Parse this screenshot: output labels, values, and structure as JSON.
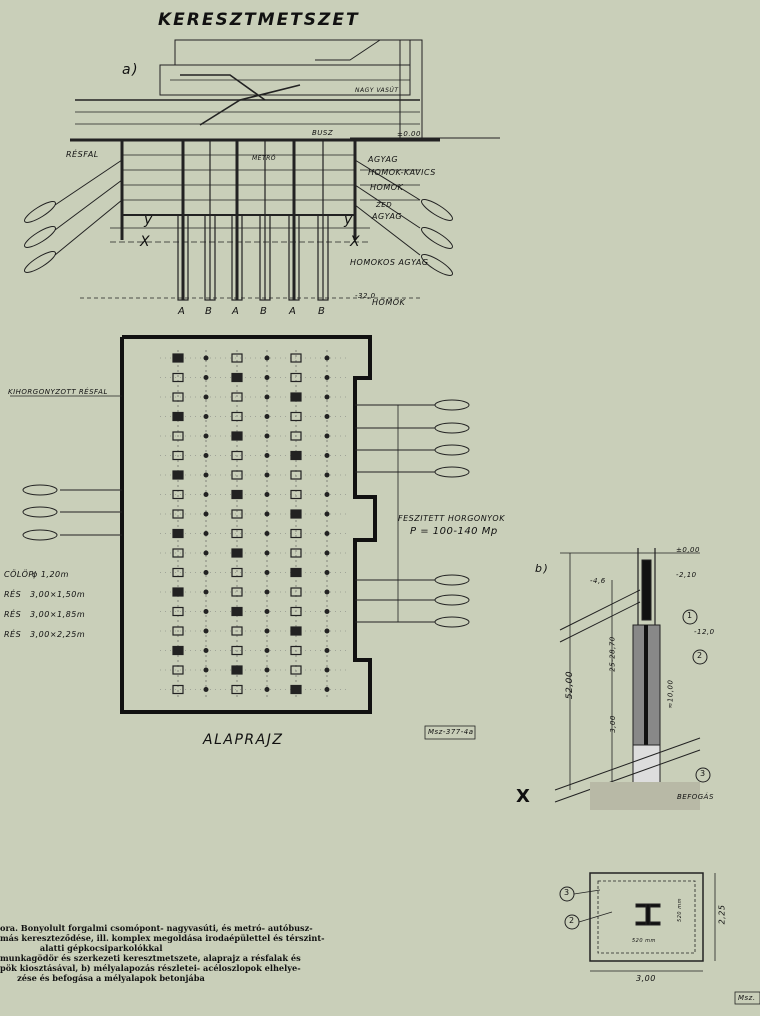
{
  "section_title": "KERESZTMETSZET",
  "panel_a_label": "a)",
  "panel_b_label": "b)",
  "section_labels": {
    "resfal": "RÉSFAL",
    "nagyvasut": "NAGY VASÚT",
    "busz": "BUSZ",
    "metro": "METRÓ",
    "agyag_top": "AGYAG",
    "homok_kavics": "HOMOK-KAVICS",
    "homok_mid": "HOMOK",
    "zed": "ZED",
    "agyag_low": "AGYAG",
    "homokos_agyag": "HOMOKOS AGYAG",
    "homok_bottom": "HOMOK",
    "level_top": "±0.00",
    "level_bottom": "-32,0",
    "y_left": "y",
    "y_right": "y",
    "x_left": "X",
    "x_right": "X"
  },
  "column_labels": [
    "A",
    "B",
    "A",
    "B",
    "A",
    "B"
  ],
  "plan": {
    "title": "ALAPRAJZ",
    "anchored_wall": "KIHORGONYZOTT RÉSFAL",
    "anchor_label": "FESZITETT HORGONYOK",
    "anchor_force": "P = 100-140 Mp",
    "legend": [
      {
        "name": "CÖLÖP",
        "value": "ϕ 1,20m"
      },
      {
        "name": "RÉS",
        "value": "3,00×1,50m"
      },
      {
        "name": "RÉS",
        "value": "3,00×1,85m"
      },
      {
        "name": "RÉS",
        "value": "3,00×2,25m"
      }
    ],
    "stamp": "Msz-377-4a"
  },
  "detail_b": {
    "level_top": "±0,00",
    "level_2": "-2,10",
    "level_water": "-4,6",
    "level_3": "-12,0",
    "dim_total": "52,00",
    "dim_range": "25-28,70",
    "dim_core": "≈10,00",
    "dim_base": "3,00",
    "callout_1": "1",
    "callout_2": "2",
    "callout_3": "3",
    "befogas": "BEFOGÁS",
    "x_mark": "X"
  },
  "detail_c": {
    "callout_3": "3",
    "callout_2": "2",
    "dim_width": "3,00",
    "dim_height": "2,25",
    "dim_inner": "520 mm",
    "dim_inner_v": "520 mm",
    "stamp": "Msz."
  },
  "caption": "ora. Bonyolult forgalmi csomópont- nagyvasúti, és metró- autóbusz-\nmás kereszteződése, ill. komplex megoldása irodaépülettel és térszint-\n              alatti gépkocsiparkolókkal\nmunkagödör és szerkezeti keresztmetszete, alaprajz a résfalak és\npök kiosztásával, b) mélyalapozás részletei- acéloszlopok elhelye-\n      zése és befogása a mélyalapok betonjába"
}
